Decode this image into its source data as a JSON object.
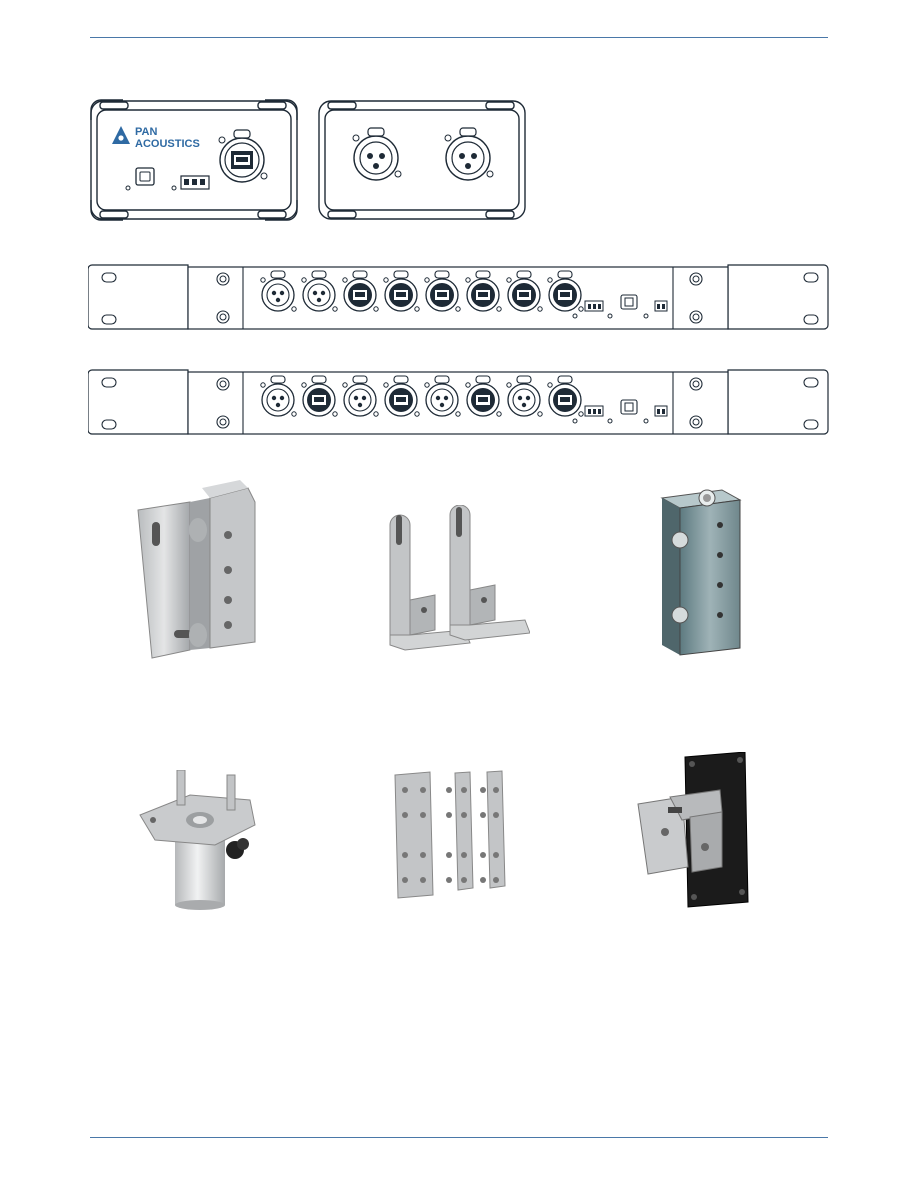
{
  "brand": {
    "logo_line1": "PAN",
    "logo_line2": "ACOUSTICS",
    "accent": "#2f6aa3",
    "rule_color": "#4a78a8"
  },
  "interface_boxes": [
    {
      "name": "control-box",
      "connectors": [
        "usb-b",
        "terminal-3pin",
        "ethercon"
      ]
    },
    {
      "name": "xlr-box",
      "connectors": [
        "xlr-female",
        "xlr-female"
      ]
    }
  ],
  "rack_units": [
    {
      "name": "rack-unit-1",
      "connectors": [
        "xlr",
        "xlr",
        "ethercon",
        "ethercon",
        "ethercon",
        "ethercon",
        "ethercon",
        "ethercon"
      ]
    },
    {
      "name": "rack-unit-2",
      "connectors": [
        "xlr",
        "ethercon",
        "xlr",
        "ethercon",
        "xlr",
        "ethercon",
        "xlr",
        "ethercon"
      ]
    }
  ],
  "accessories": [
    {
      "name": "u-bracket",
      "icon": "u-bracket-icon"
    },
    {
      "name": "l-bracket-pair",
      "icon": "l-bracket-icon"
    },
    {
      "name": "column-clamp",
      "icon": "column-clamp-icon"
    },
    {
      "name": "pole-mount-adapter",
      "icon": "pole-mount-icon"
    },
    {
      "name": "link-plates",
      "icon": "link-plate-icon"
    },
    {
      "name": "wall-mount-bracket",
      "icon": "wall-mount-icon"
    }
  ]
}
